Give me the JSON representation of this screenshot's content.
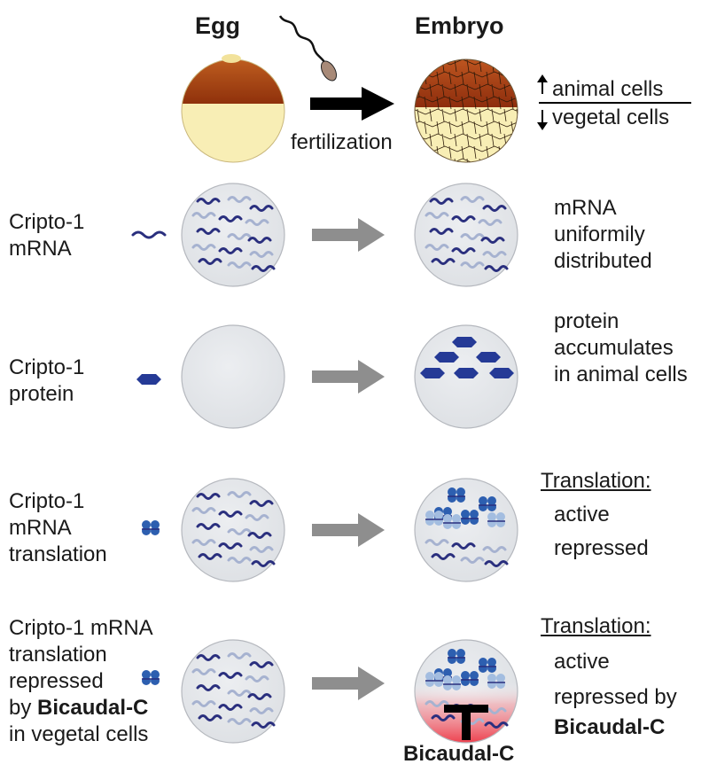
{
  "header": {
    "egg": "Egg",
    "embryo": "Embryo",
    "fertilization": "fertilization",
    "animal_cells": "animal cells",
    "vegetal_cells": "vegetal cells"
  },
  "rows": [
    {
      "id": "mrna",
      "label_lines": [
        "Cripto-1",
        "mRNA"
      ],
      "right_lines": [
        "mRNA",
        "uniformily",
        "distributed"
      ]
    },
    {
      "id": "protein",
      "label_lines": [
        "Cripto-1",
        "protein"
      ],
      "right_lines": [
        "protein",
        "accumulates",
        "in animal cells"
      ]
    },
    {
      "id": "translation",
      "label_lines": [
        "Cripto-1",
        "mRNA",
        "translation"
      ],
      "right_title": "Translation:",
      "right_lines": [
        "active",
        "repressed"
      ]
    },
    {
      "id": "repressed",
      "label_lines": [
        "Cripto-1 mRNA",
        "translation",
        "repressed"
      ],
      "label_by": "by",
      "label_bold": "Bicaudal-C",
      "label_last": "in vegetal cells",
      "right_title": "Translation:",
      "right_lines": [
        "active",
        "repressed by"
      ],
      "right_bold": "Bicaudal-C",
      "inhibitor_label": "Bicaudal-C"
    }
  ],
  "colors": {
    "mrna_dark": "#2a2f7e",
    "mrna_light": "#a6b2d0",
    "protein": "#253a96",
    "ribosome_active": "#2d5fb0",
    "ribosome_repressed": "#a3bde0",
    "circle_fill": "#e4e6ea",
    "circle_stroke": "#b5b8be",
    "arrow_gray": "#8e8e8e",
    "animal_brown": "#9b3c12",
    "vegetal_cream": "#f8eeb5",
    "bicaudal_red": "#ee3a48"
  }
}
